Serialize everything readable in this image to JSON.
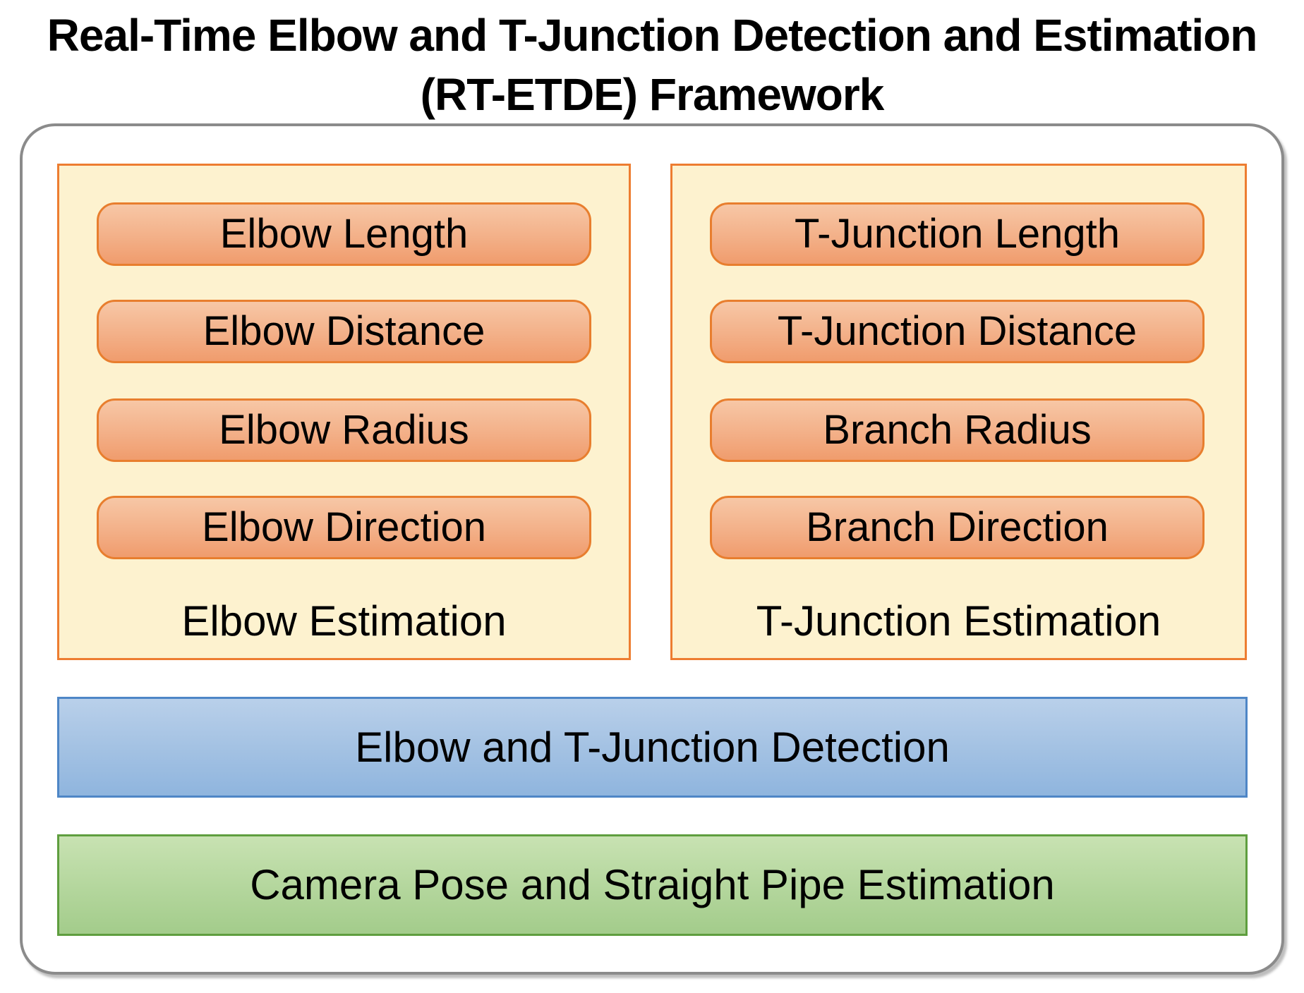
{
  "title": {
    "line1": "Real-Time Elbow and T-Junction Detection and Estimation",
    "line2": "(RT-ETDE) Framework"
  },
  "framework": {
    "panels": [
      {
        "label": "Elbow Estimation",
        "items": [
          "Elbow Length",
          "Elbow Distance",
          "Elbow Radius",
          "Elbow Direction"
        ]
      },
      {
        "label": "T-Junction Estimation",
        "items": [
          "T-Junction Length",
          "T-Junction Distance",
          "Branch Radius",
          "Branch Direction"
        ]
      }
    ],
    "detection_layer": "Elbow and T-Junction Detection",
    "base_layer": "Camera Pose and Straight Pipe Estimation"
  },
  "colors": {
    "panel_fill": "#FDF2CF",
    "panel_border": "#ED7D31",
    "item_fill_top": "#F7C7A6",
    "item_fill_bottom": "#F09C6D",
    "item_border": "#E87E2E",
    "detection_fill_top": "#B9D0EA",
    "detection_fill_bottom": "#8FB5DE",
    "detection_border": "#4E86C6",
    "base_fill_top": "#C8E2B2",
    "base_fill_bottom": "#A3CC8B",
    "base_border": "#5F9E3F",
    "frame_border": "#8B8B8B",
    "title_text": "#000000"
  }
}
